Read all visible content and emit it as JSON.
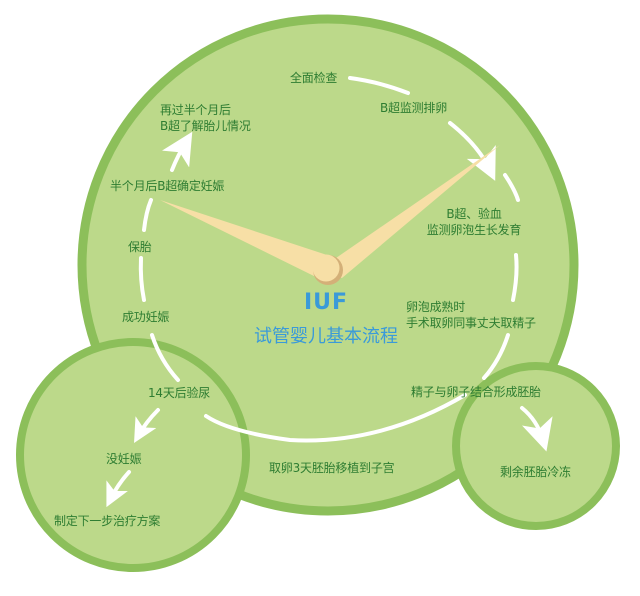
{
  "colors": {
    "background": "#ffffff",
    "circle_fill": "#bcd98a",
    "circle_border": "#8cbf5a",
    "label_text": "#2e7d32",
    "title_text": "#3a9ad9",
    "hand": "#f7dfa6",
    "hub": "#f7dfa6",
    "hub_shadow": "#d4b078",
    "arrow": "#ffffff"
  },
  "title": {
    "main": "IUF",
    "sub": "试管婴儿基本流程"
  },
  "steps": {
    "exam": "全面检查",
    "ovulation": "B超监测排卵",
    "bscan_blood_1": "B超、验血",
    "bscan_blood_2": "监测卵泡生长发育",
    "retrieval_1": "卵泡成熟时",
    "retrieval_2": "手术取卵同事丈夫取精子",
    "fertilize": "精子与卵子结合形成胚胎",
    "transfer": "取卵3天胚胎移植到子宫",
    "urine_test": "14天后验尿",
    "success": "成功妊娠",
    "keep": "保胎",
    "confirm": "半个月后B超确定妊娠",
    "followup_1": "再过半个月后",
    "followup_2": "B超了解胎儿情况"
  },
  "left_branch": {
    "not_pregnant": "没妊娠",
    "next_plan": "制定下一步治疗方案"
  },
  "right_branch": {
    "freeze": "剩余胚胎冷冻"
  }
}
